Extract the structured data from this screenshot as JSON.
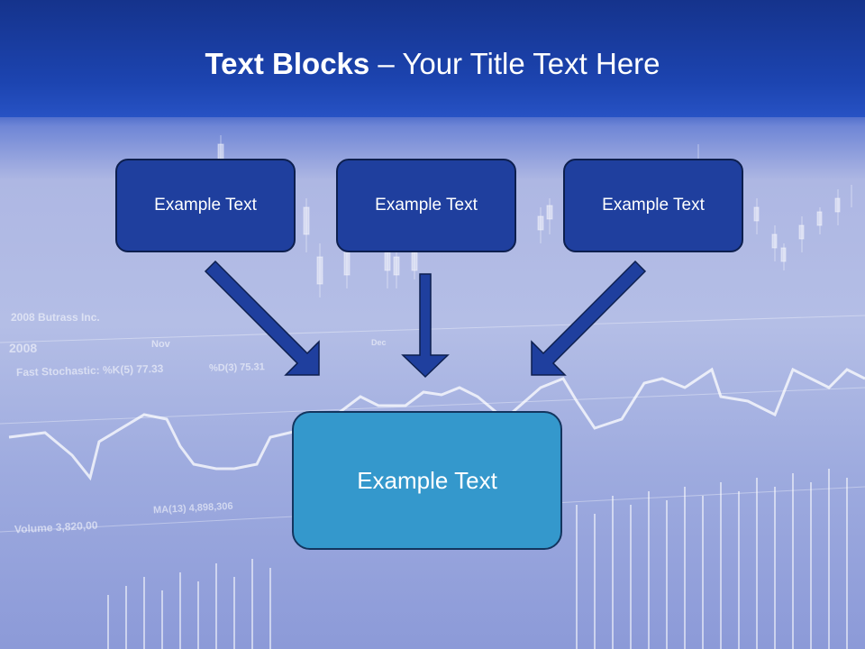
{
  "slide": {
    "title_bold": "Text Blocks",
    "title_rest": " – Your Title Text Here"
  },
  "blocks": [
    {
      "label": "Example Text"
    },
    {
      "label": "Example Text"
    },
    {
      "label": "Example Text"
    }
  ],
  "target_block": {
    "label": "Example Text"
  },
  "background": {
    "labels": [
      "2008 Butrass Inc.",
      "2008",
      "Nov",
      "Dec",
      "Fast Stochastic: %K(5) 77.33",
      "%D(3) 75.31",
      "Volume 3,820,00",
      "MA(13) 4,898,306"
    ]
  },
  "colors": {
    "header": "#1c44b0",
    "small_box": "#1f3f9e",
    "big_box": "#3498cc",
    "arrow": "#1f3f9e"
  }
}
